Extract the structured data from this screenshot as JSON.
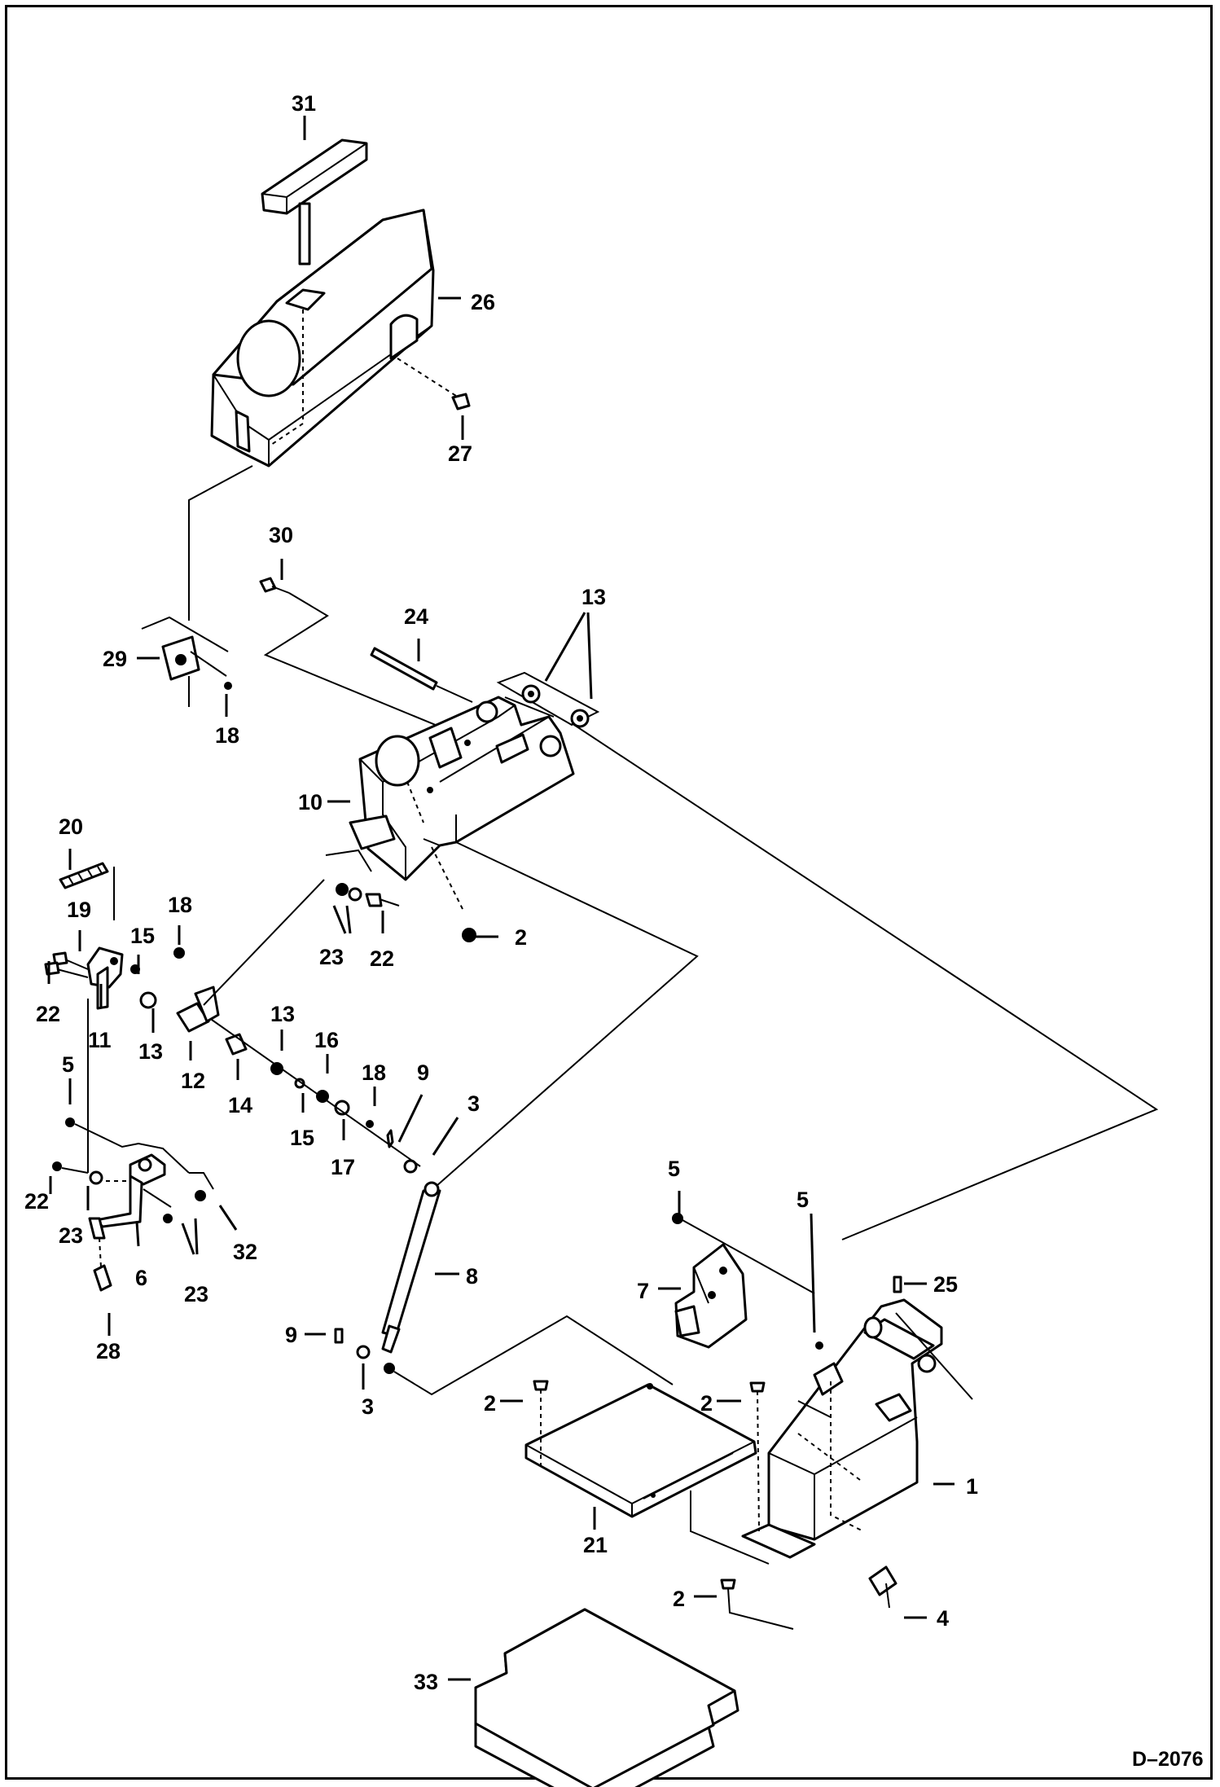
{
  "drawing_number": "D–2076",
  "callouts": [
    {
      "id": "c31",
      "text": "31"
    },
    {
      "id": "c26",
      "text": "26"
    },
    {
      "id": "c27",
      "text": "27"
    },
    {
      "id": "c30",
      "text": "30"
    },
    {
      "id": "c24",
      "text": "24"
    },
    {
      "id": "c13a",
      "text": "13"
    },
    {
      "id": "c29",
      "text": "29"
    },
    {
      "id": "c18a",
      "text": "18"
    },
    {
      "id": "c10",
      "text": "10"
    },
    {
      "id": "c2a",
      "text": "2"
    },
    {
      "id": "c20",
      "text": "20"
    },
    {
      "id": "c19",
      "text": "19"
    },
    {
      "id": "c15a",
      "text": "15"
    },
    {
      "id": "c18b",
      "text": "18"
    },
    {
      "id": "c22a",
      "text": "22"
    },
    {
      "id": "c23a",
      "text": "23"
    },
    {
      "id": "c22b",
      "text": "22"
    },
    {
      "id": "c11",
      "text": "11"
    },
    {
      "id": "c13b",
      "text": "13"
    },
    {
      "id": "c12",
      "text": "12"
    },
    {
      "id": "c14",
      "text": "14"
    },
    {
      "id": "c13c",
      "text": "13"
    },
    {
      "id": "c16",
      "text": "16"
    },
    {
      "id": "c15b",
      "text": "15"
    },
    {
      "id": "c17",
      "text": "17"
    },
    {
      "id": "c18c",
      "text": "18"
    },
    {
      "id": "c9a",
      "text": "9"
    },
    {
      "id": "c3a",
      "text": "3"
    },
    {
      "id": "c5a",
      "text": "5"
    },
    {
      "id": "c22c",
      "text": "22"
    },
    {
      "id": "c23b",
      "text": "23"
    },
    {
      "id": "c6",
      "text": "6"
    },
    {
      "id": "c23c",
      "text": "23"
    },
    {
      "id": "c32",
      "text": "32"
    },
    {
      "id": "c28",
      "text": "28"
    },
    {
      "id": "c8",
      "text": "8"
    },
    {
      "id": "c9b",
      "text": "9"
    },
    {
      "id": "c3b",
      "text": "3"
    },
    {
      "id": "c5b",
      "text": "5"
    },
    {
      "id": "c5c",
      "text": "5"
    },
    {
      "id": "c7",
      "text": "7"
    },
    {
      "id": "c25",
      "text": "25"
    },
    {
      "id": "c2b",
      "text": "2"
    },
    {
      "id": "c2c",
      "text": "2"
    },
    {
      "id": "c1",
      "text": "1"
    },
    {
      "id": "c21",
      "text": "21"
    },
    {
      "id": "c2d",
      "text": "2"
    },
    {
      "id": "c4",
      "text": "4"
    },
    {
      "id": "c33",
      "text": "33"
    }
  ]
}
